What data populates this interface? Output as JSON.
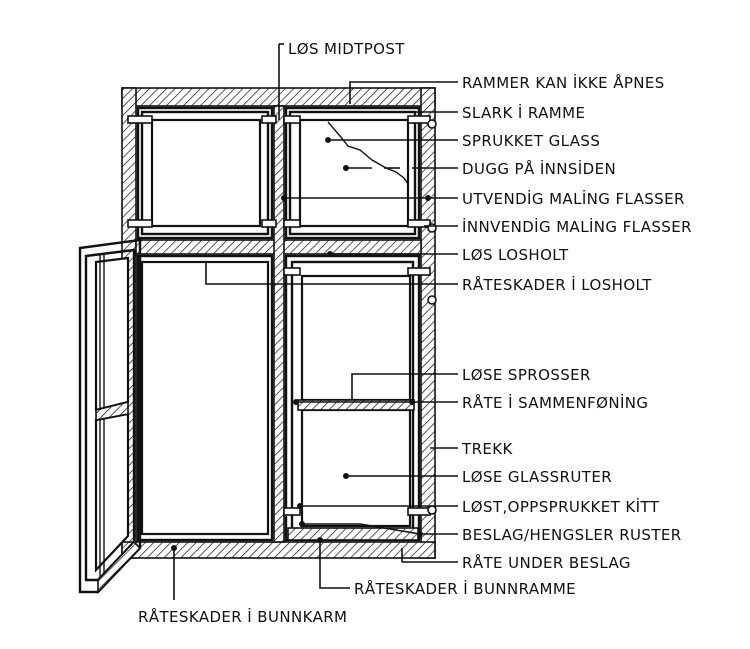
{
  "diagram": {
    "labels": {
      "los_midtpost": "LØS MIDTPOST",
      "rammer_kan_ikke_apnes": "RAMMER KAN İKKE ÅPNES",
      "slark_i_ramme": "SLARK İ RAMME",
      "sprukket_glass": "SPRUKKET GLASS",
      "dugg_pa_innsiden": "DUGG PÅ İNNSİDEN",
      "utvendig_maling_flasser": "UTVENDİG MALİNG FLASSER",
      "innvendig_maling_flasser": "İNNVENDİG MALİNG FLASSER",
      "los_losholt": "LØS LOSHOLT",
      "rateskader_i_losholt": "RÅTESKADER İ LOSHOLT",
      "lose_sprosser": "LØSE SPROSSER",
      "rate_i_sammenfoning": "RÅTE İ SAMMENFØNİNG",
      "trekk": "TREKK",
      "lose_glassruter": "LØSE GLASSRUTER",
      "lost_oppsprukket_kitt": "LØST,OPPSPRUKKET KİTT",
      "beslag_hengsler_ruster": "BESLAG/HENGSLER RUSTER",
      "rate_under_beslag": "RÅTE UNDER BESLAG",
      "rateskader_i_bunnramme": "RÅTESKADER İ BUNNRAMME",
      "rateskader_i_bunnkarm": "RÅTESKADER İ BUNNKARM"
    }
  }
}
